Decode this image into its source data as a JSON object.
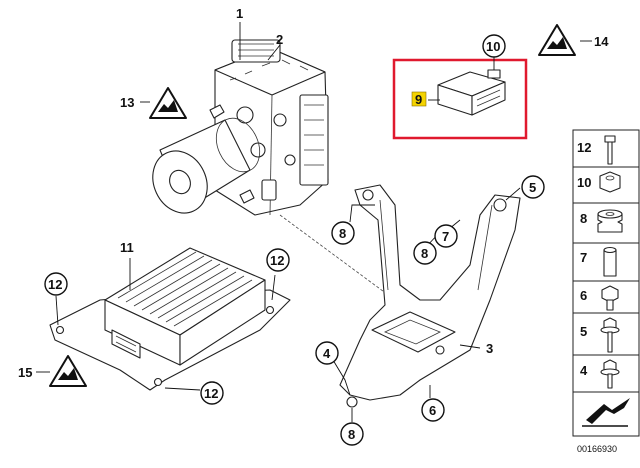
{
  "diagram_id": "00166930",
  "callouts": {
    "c1": "1",
    "c2": "2",
    "c3": "3",
    "c4": "4",
    "c5": "5",
    "c6": "6",
    "c7": "7",
    "c8a": "8",
    "c8b": "8",
    "c8c": "8",
    "c9": "9",
    "c10": "10",
    "c11": "11",
    "c12a": "12",
    "c12b": "12",
    "c12c": "12",
    "c13": "13",
    "c14": "14",
    "c15": "15"
  },
  "legend": {
    "items": [
      "12",
      "10",
      "8",
      "7",
      "6",
      "5",
      "4"
    ]
  },
  "colors": {
    "highlight_box": "#e0192e",
    "highlight_label": "#f4d300",
    "line": "#111111"
  }
}
